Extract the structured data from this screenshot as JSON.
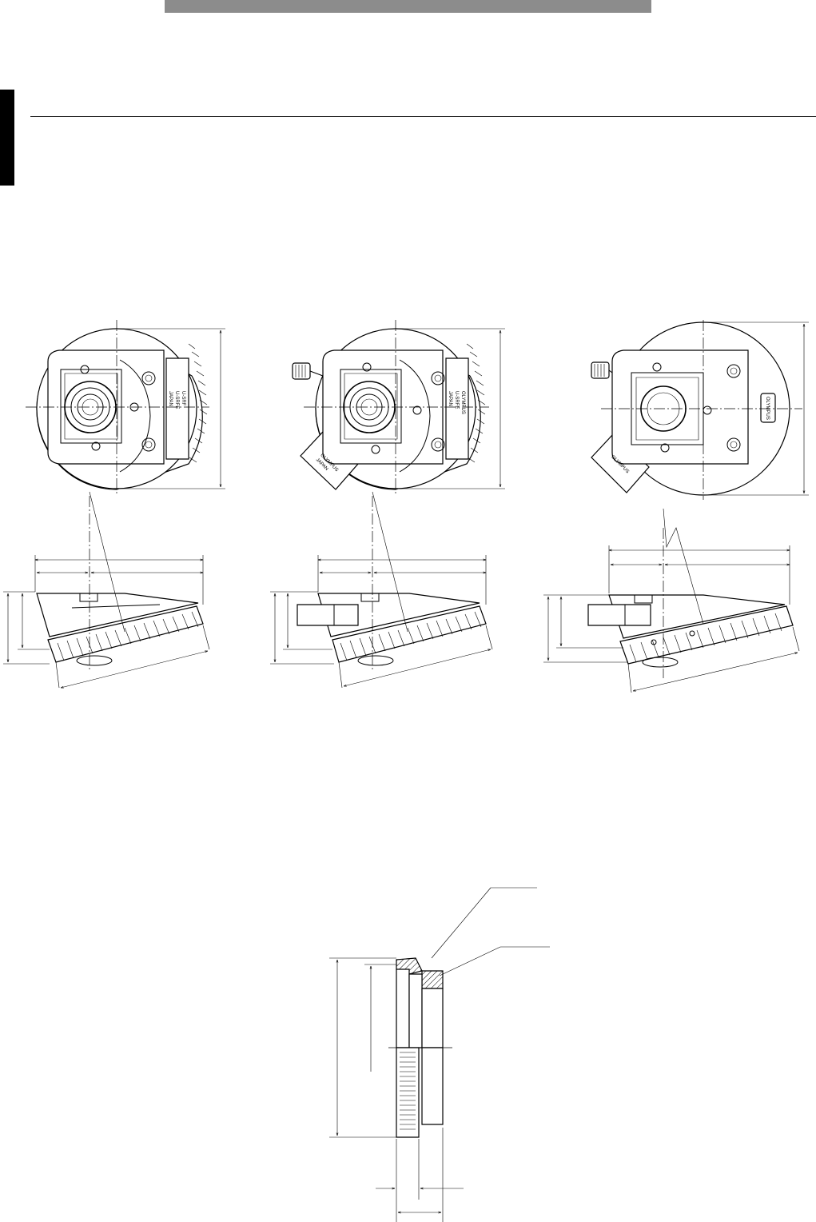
{
  "page": {
    "colors": {
      "header_bar": "#8c8c8c",
      "side_tab": "#000000",
      "line": "#000000",
      "background": "#ffffff"
    }
  },
  "drawing_1": {
    "label_lines": [
      "U-SRF",
      "U-SRFE",
      "JAPAN"
    ]
  },
  "drawing_2": {
    "label_lines": [
      "OLYMPUS",
      "U-SRFE",
      "JAPAN"
    ],
    "tab_lines": [
      "OLYMPUS",
      "JAPAN"
    ]
  },
  "drawing_3": {
    "side_badge": "OLYMPUS",
    "tab_text": "OLYMPUS"
  }
}
